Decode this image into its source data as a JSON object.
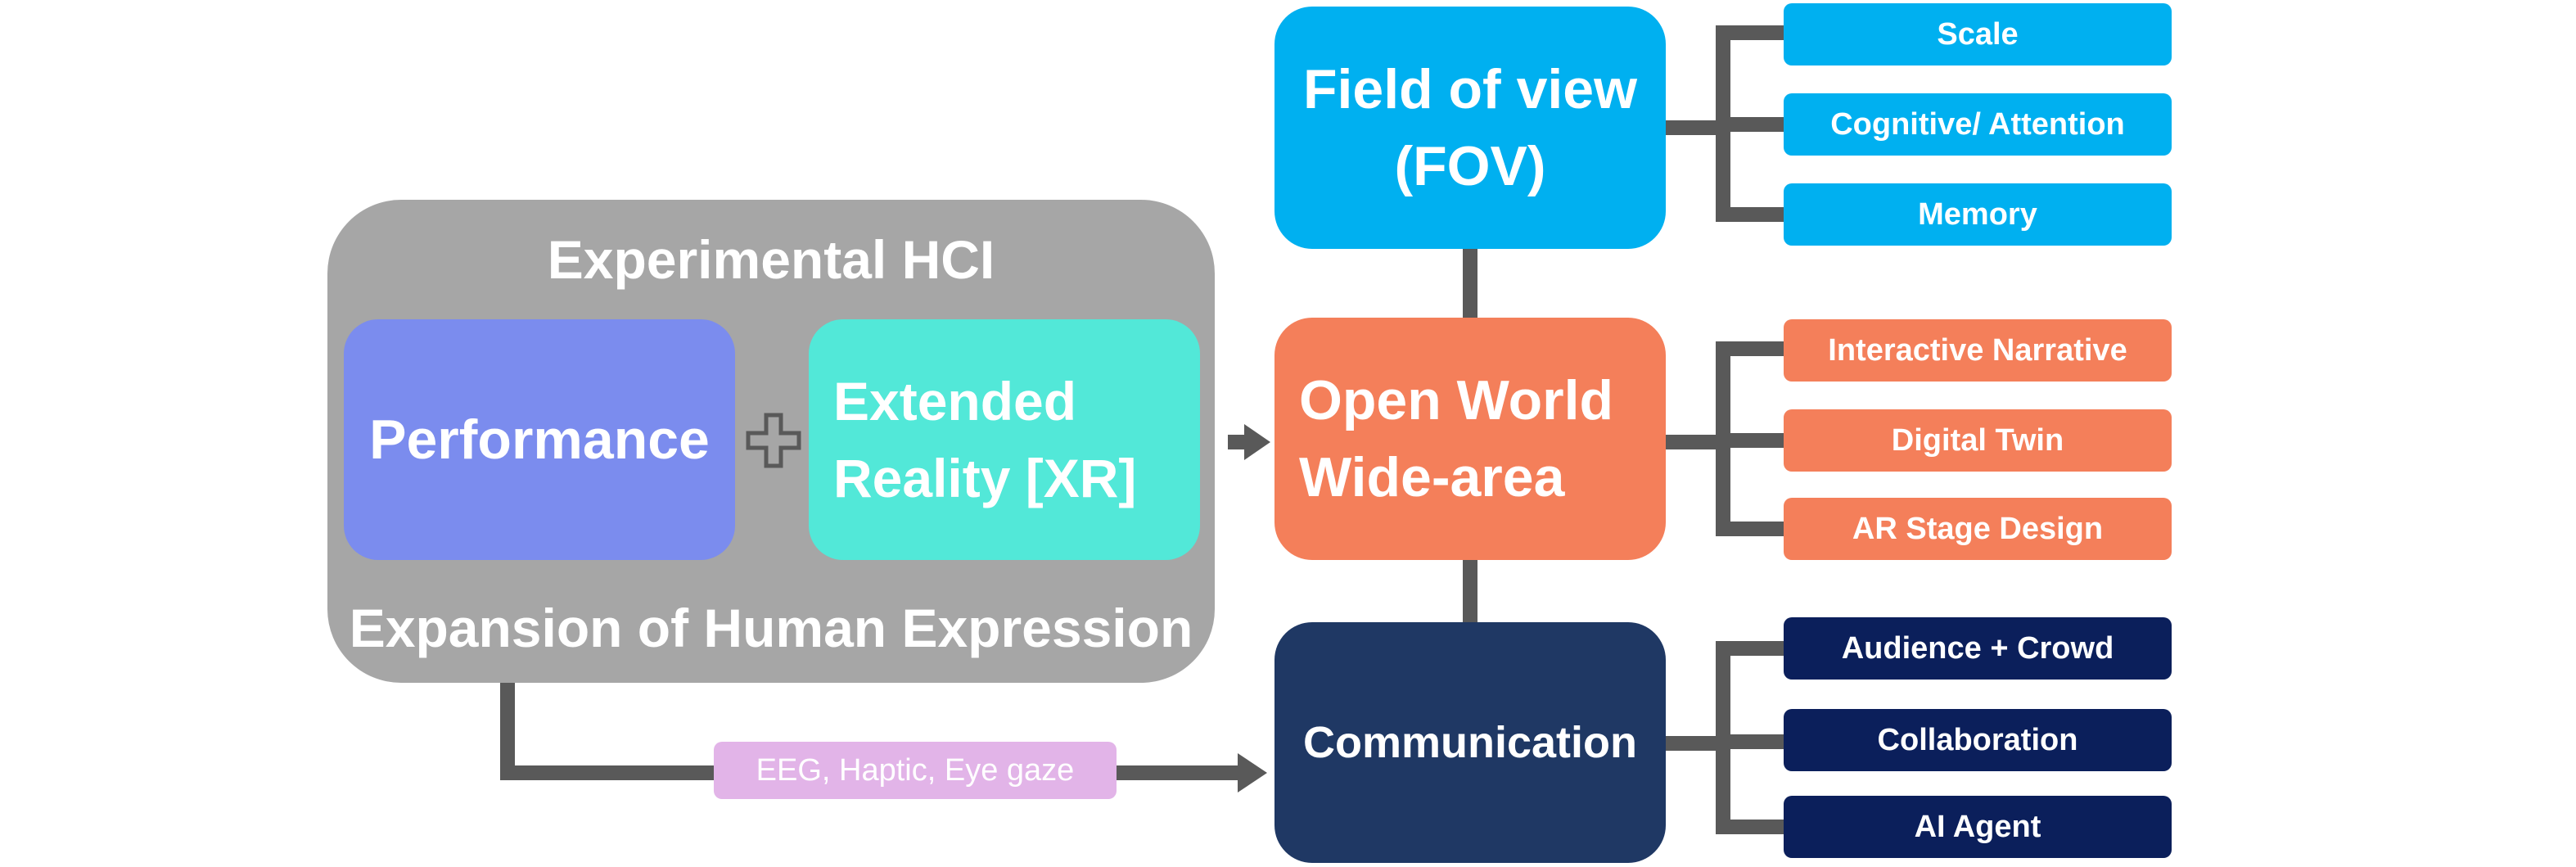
{
  "hci": {
    "title": "Experimental HCI",
    "subtitle": "Expansion of Human Expression",
    "performance": "Performance",
    "xr_line1": "Extended",
    "xr_line2": "Reality [XR]"
  },
  "fov": {
    "label_line1": "Field of view",
    "label_line2": "(FOV)",
    "children": [
      "Scale",
      "Cognitive/ Attention",
      "Memory"
    ]
  },
  "open_world": {
    "label_line1": "Open World",
    "label_line2": "Wide-area",
    "children": [
      "Interactive Narrative",
      "Digital Twin",
      "AR Stage Design"
    ]
  },
  "communication": {
    "label": "Communication",
    "children": [
      "Audience + Crowd",
      "Collaboration",
      "AI Agent"
    ]
  },
  "link_label": "EEG, Haptic, Eye gaze",
  "colors": {
    "container_gray": "#a6a6a6",
    "performance": "#7b8cee",
    "xr": "#52e8d8",
    "fov": "#00b0f0",
    "open_world": "#f47f5a",
    "communication": "#1f3864",
    "communication_leaf": "#0b1f5b",
    "link_tag": "#e2b4e8",
    "connector": "#595959"
  }
}
